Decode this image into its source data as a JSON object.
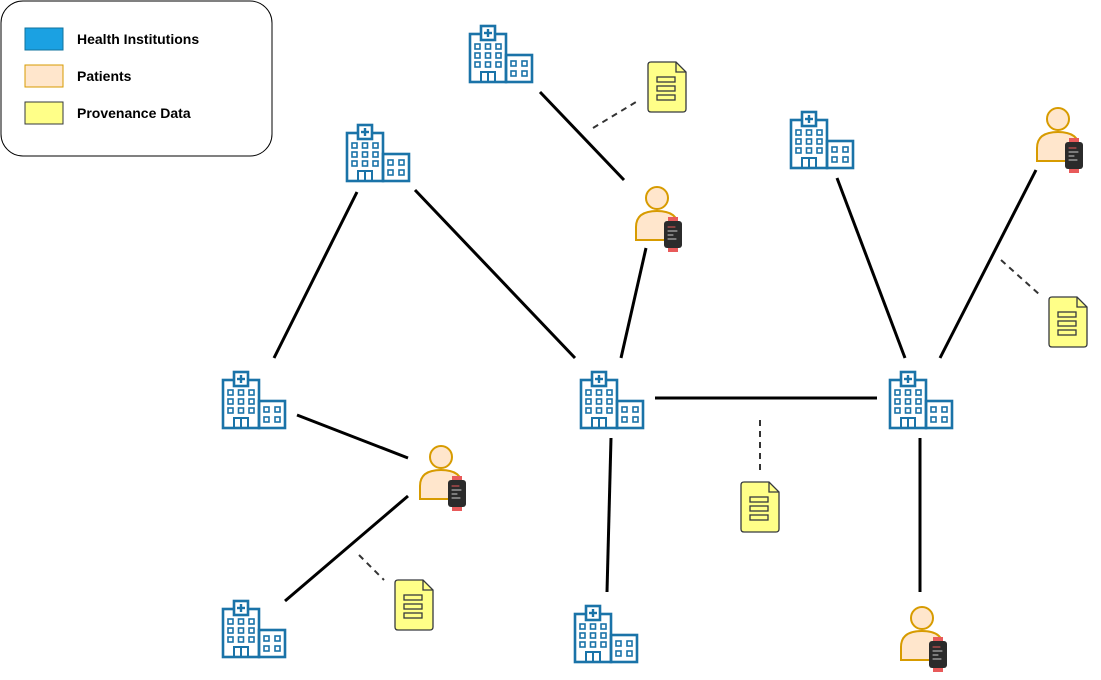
{
  "colors": {
    "hospital": "#1a73a8",
    "hospital_legend": "#1ba1e2",
    "patient_fill": "#ffe6cc",
    "patient_stroke": "#d79b00",
    "document_fill": "#ffff88",
    "document_stroke": "#36393d",
    "watch_band": "#e85a5a",
    "watch_face": "#2b2b2b",
    "line": "#000000"
  },
  "legend": {
    "items": [
      {
        "label": "Health Institutions",
        "swatch": "hospital_legend"
      },
      {
        "label": "Patients",
        "swatch": "patient_fill"
      },
      {
        "label": "Provenance Data",
        "swatch": "document_fill"
      }
    ]
  },
  "nodes": {
    "hospitals": [
      "H-top-center",
      "H-upper-left",
      "H-upper-right",
      "H-mid-left",
      "H-mid-center",
      "H-mid-right",
      "H-bottom-left",
      "H-bottom-center"
    ],
    "patients": [
      "P-top-center",
      "P-top-right",
      "P-mid-left",
      "P-bottom-right"
    ],
    "provenance": [
      "D-top-center",
      "D-right",
      "D-center",
      "D-bottom-left"
    ]
  },
  "edges": [
    [
      "H-top-center",
      "P-top-center"
    ],
    [
      "H-upper-left",
      "H-mid-left"
    ],
    [
      "H-upper-left",
      "H-mid-center"
    ],
    [
      "P-top-center",
      "H-mid-center"
    ],
    [
      "H-upper-right",
      "H-mid-right"
    ],
    [
      "P-top-right",
      "H-mid-right"
    ],
    [
      "H-mid-center",
      "H-mid-right"
    ],
    [
      "H-mid-left",
      "P-mid-left"
    ],
    [
      "P-mid-left",
      "H-bottom-left"
    ],
    [
      "H-mid-center",
      "H-bottom-center"
    ],
    [
      "H-mid-right",
      "P-bottom-right"
    ]
  ],
  "provenance_links": [
    [
      "D-top-center",
      "H-top-center/P-top-center"
    ],
    [
      "D-right",
      "P-top-right/H-mid-right"
    ],
    [
      "D-center",
      "H-mid-center/H-mid-right"
    ],
    [
      "D-bottom-left",
      "P-mid-left/H-bottom-left"
    ]
  ]
}
